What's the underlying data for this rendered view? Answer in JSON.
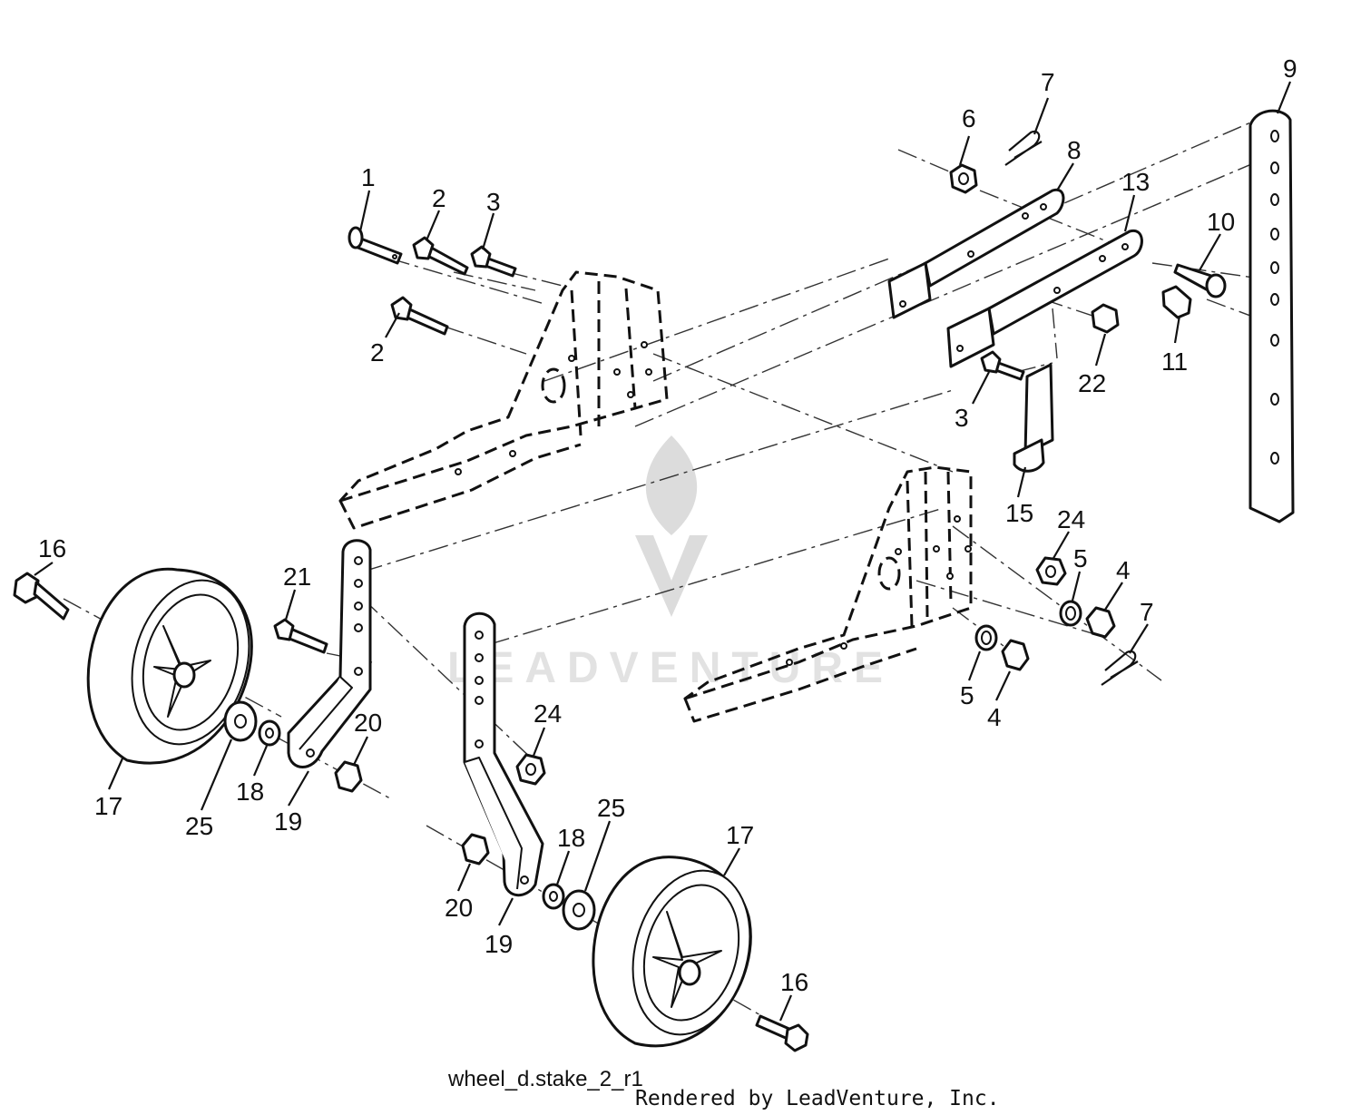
{
  "diagram": {
    "callouts": [
      {
        "label": "1"
      },
      {
        "label": "2"
      },
      {
        "label": "3"
      },
      {
        "label": "2"
      },
      {
        "label": "6"
      },
      {
        "label": "7"
      },
      {
        "label": "8"
      },
      {
        "label": "13"
      },
      {
        "label": "9"
      },
      {
        "label": "10"
      },
      {
        "label": "11"
      },
      {
        "label": "22"
      },
      {
        "label": "3"
      },
      {
        "label": "15"
      },
      {
        "label": "24"
      },
      {
        "label": "5"
      },
      {
        "label": "4"
      },
      {
        "label": "7"
      },
      {
        "label": "5"
      },
      {
        "label": "4"
      },
      {
        "label": "16"
      },
      {
        "label": "21"
      },
      {
        "label": "17"
      },
      {
        "label": "25"
      },
      {
        "label": "18"
      },
      {
        "label": "19"
      },
      {
        "label": "20"
      },
      {
        "label": "24"
      },
      {
        "label": "25"
      },
      {
        "label": "18"
      },
      {
        "label": "17"
      },
      {
        "label": "20"
      },
      {
        "label": "19"
      },
      {
        "label": "16"
      }
    ],
    "caption": "wheel_d.stake_2_r1",
    "credit": "Rendered by LeadVenture, Inc.",
    "watermark": "LEADVENTURE"
  }
}
